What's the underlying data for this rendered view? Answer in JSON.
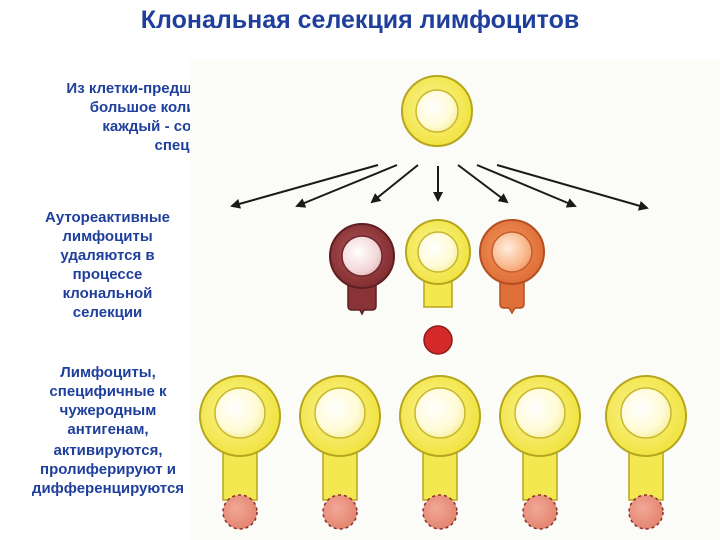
{
  "title": "Клональная селекция лимфоцитов",
  "captions": {
    "precursor": [
      "Из клетки-предшественника развивается",
      "большое количество лимфоцитов,",
      "каждый - со своей \"случайной\"",
      "специфичностью"
    ],
    "autoreactive": [
      "Аутореактивные",
      "лимфоциты",
      "удаляются в",
      "процессе",
      "клональной",
      "селекции"
    ],
    "specific": [
      "Лимфоциты,",
      "специфичные к",
      "чужеродным",
      "антигенам,",
      "активируются,",
      "пролиферируют и",
      "дифференцируются"
    ]
  },
  "colors": {
    "title": "#1f3f9c",
    "lymphocyte_body": "#f3e84f",
    "lymphocyte_outline": "#b6a51e",
    "lymphocyte_nucleus": "#fffbd5",
    "autoreactive_dark": "#8a3336",
    "autoreactive_orange": "#e0703a",
    "antigen": "#d42a2a",
    "daughter_cell": "#e58e79"
  }
}
